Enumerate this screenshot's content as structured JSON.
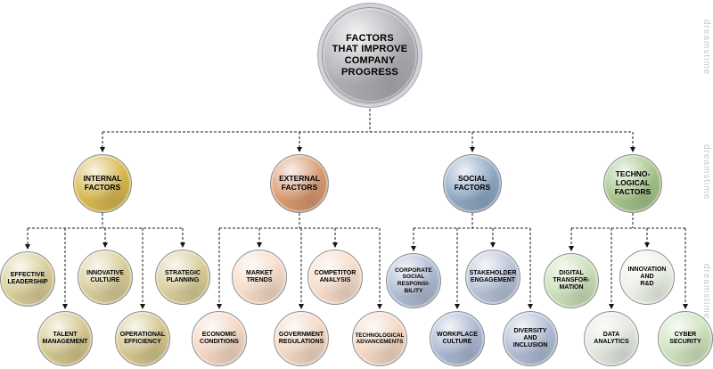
{
  "tree": {
    "root": {
      "label": "FACTORS\nTHAT IMPROVE\nCOMPANY\nPROGRESS",
      "color": "#aeaeb4"
    },
    "branches": [
      {
        "id": "internal",
        "label": "INTERNAL\nFACTORS",
        "color": "#d8b84f",
        "children": [
          {
            "label": "EFFECTIVE\nLEADERSHIP",
            "color": "#d9cd98"
          },
          {
            "label": "INNOVATIVE\nCULTURE",
            "color": "#d9cd98"
          },
          {
            "label": "STRATEGIC\nPLANNING",
            "color": "#d9cd98"
          },
          {
            "label": "TALENT\nMANAGEMENT",
            "color": "#d4c78e"
          },
          {
            "label": "OPERATIONAL\nEFFICIENCY",
            "color": "#d4c78e"
          }
        ]
      },
      {
        "id": "external",
        "label": "EXTERNAL\nFACTORS",
        "color": "#d89a70",
        "children": [
          {
            "label": "MARKET\nTRENDS",
            "color": "#f7dcc9"
          },
          {
            "label": "COMPETITOR\nANALYSIS",
            "color": "#f7dcc9"
          },
          {
            "label": "ECONOMIC\nCONDITIONS",
            "color": "#f5d8c4"
          },
          {
            "label": "GOVERNMENT\nREGULATIONS",
            "color": "#f5d8c4"
          },
          {
            "label": "TECHNOLOGICAL\nADVANCEMENTS",
            "color": "#f5d8c4"
          }
        ]
      },
      {
        "id": "social",
        "label": "SOCIAL\nFACTORS",
        "color": "#8ea9c4",
        "children": [
          {
            "label": "CORPORATE\nSOCIAL\nRESPONSI-\nBILITY",
            "color": "#aebbd3"
          },
          {
            "label": "STAKEHOLDER\nENGAGEMENT",
            "color": "#b7c2d8"
          },
          {
            "label": "WORKPLACE\nCULTURE",
            "color": "#aab8d2"
          },
          {
            "label": "DIVERSITY\nAND\nINCLUSION",
            "color": "#b0bdd5"
          }
        ]
      },
      {
        "id": "technological",
        "label": "TECHNO-\nLOGICAL\nFACTORS",
        "color": "#a6c48b",
        "children": [
          {
            "label": "DIGITAL\nTRANSFOR-\nMATION",
            "color": "#c9e0b8"
          },
          {
            "label": "INNOVATION\nAND\nR&D",
            "color": "#edf2e8"
          },
          {
            "label": "DATA\nANALYTICS",
            "color": "#e4e9e0"
          },
          {
            "label": "CYBER\nSECURITY",
            "color": "#cfe3bd"
          }
        ]
      }
    ]
  },
  "watermark": {
    "text": "dreamstime"
  }
}
